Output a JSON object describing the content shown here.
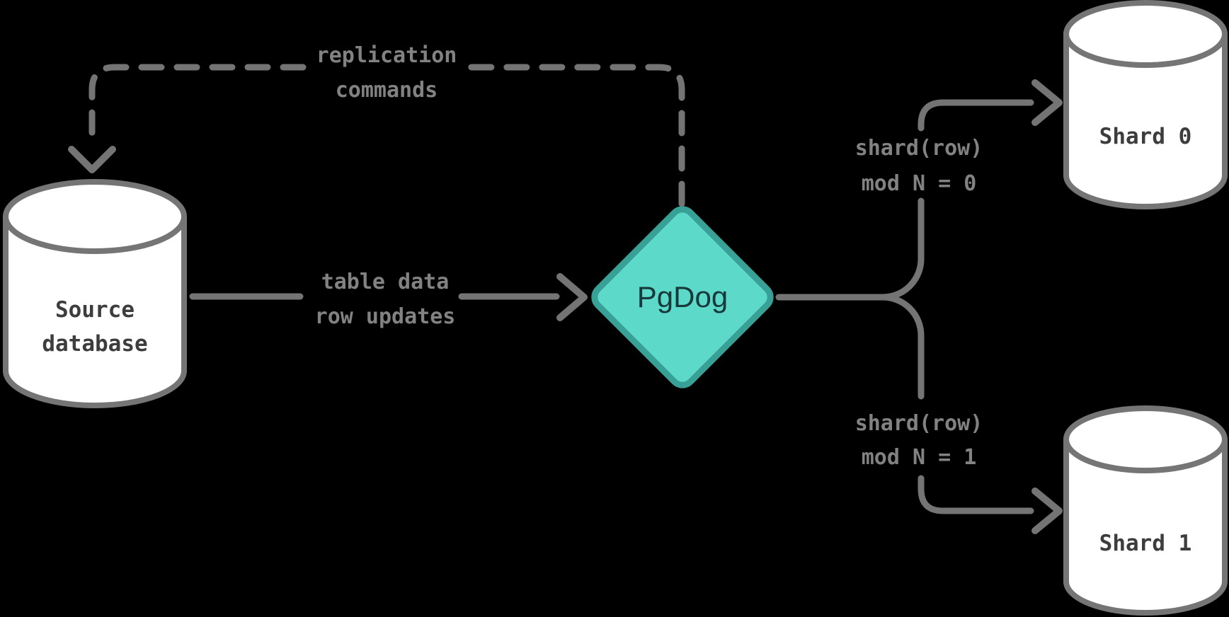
{
  "colors": {
    "bg": "#000000",
    "line": "#747474",
    "label_text": "#828282",
    "node_text": "#3d3d3d",
    "diamond_fill": "#5dd9c9",
    "diamond_border": "#38a096",
    "diamond_text": "#17393c",
    "cylinder_fill": "#ffffff",
    "cylinder_stroke": "#757575"
  },
  "nodes": {
    "source_database": {
      "shape": "cylinder",
      "label_lines": [
        "Source",
        "database"
      ]
    },
    "router": {
      "shape": "diamond",
      "label": "PgDog"
    },
    "shard_0": {
      "shape": "cylinder",
      "label": "Shard 0"
    },
    "shard_1": {
      "shape": "cylinder",
      "label": "Shard 1"
    }
  },
  "edges": {
    "replication": {
      "from": "PgDog",
      "to": "Source database",
      "style": "dashed",
      "label_lines": [
        "replication",
        "commands"
      ]
    },
    "table_data": {
      "from": "Source database",
      "to": "PgDog",
      "style": "solid",
      "label_lines": [
        "table data",
        "row updates"
      ]
    },
    "shard0_route": {
      "from": "PgDog",
      "to": "Shard 0",
      "style": "solid",
      "label_lines": [
        "shard(row)",
        "mod N = 0"
      ]
    },
    "shard1_route": {
      "from": "PgDog",
      "to": "Shard 1",
      "style": "solid",
      "label_lines": [
        "shard(row)",
        "mod N = 1"
      ]
    }
  }
}
